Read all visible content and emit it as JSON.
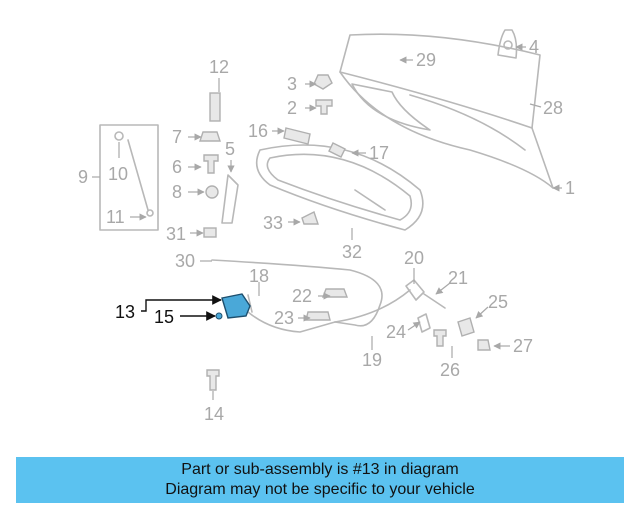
{
  "diagram": {
    "highlighted_part": "13",
    "callouts": [
      "1",
      "2",
      "3",
      "4",
      "5",
      "6",
      "7",
      "8",
      "9",
      "10",
      "11",
      "12",
      "13",
      "14",
      "15",
      "16",
      "17",
      "18",
      "19",
      "20",
      "21",
      "22",
      "23",
      "24",
      "25",
      "26",
      "27",
      "28",
      "29",
      "30",
      "31",
      "32",
      "33"
    ]
  },
  "banner": {
    "line1": "Part or sub-assembly is #13 in diagram",
    "line2": "Diagram may not be specific to your vehicle"
  },
  "colors": {
    "banner_bg": "#5bc2f0",
    "highlight_part": "#4aa8d8",
    "line_art": "#b8b8b8"
  }
}
